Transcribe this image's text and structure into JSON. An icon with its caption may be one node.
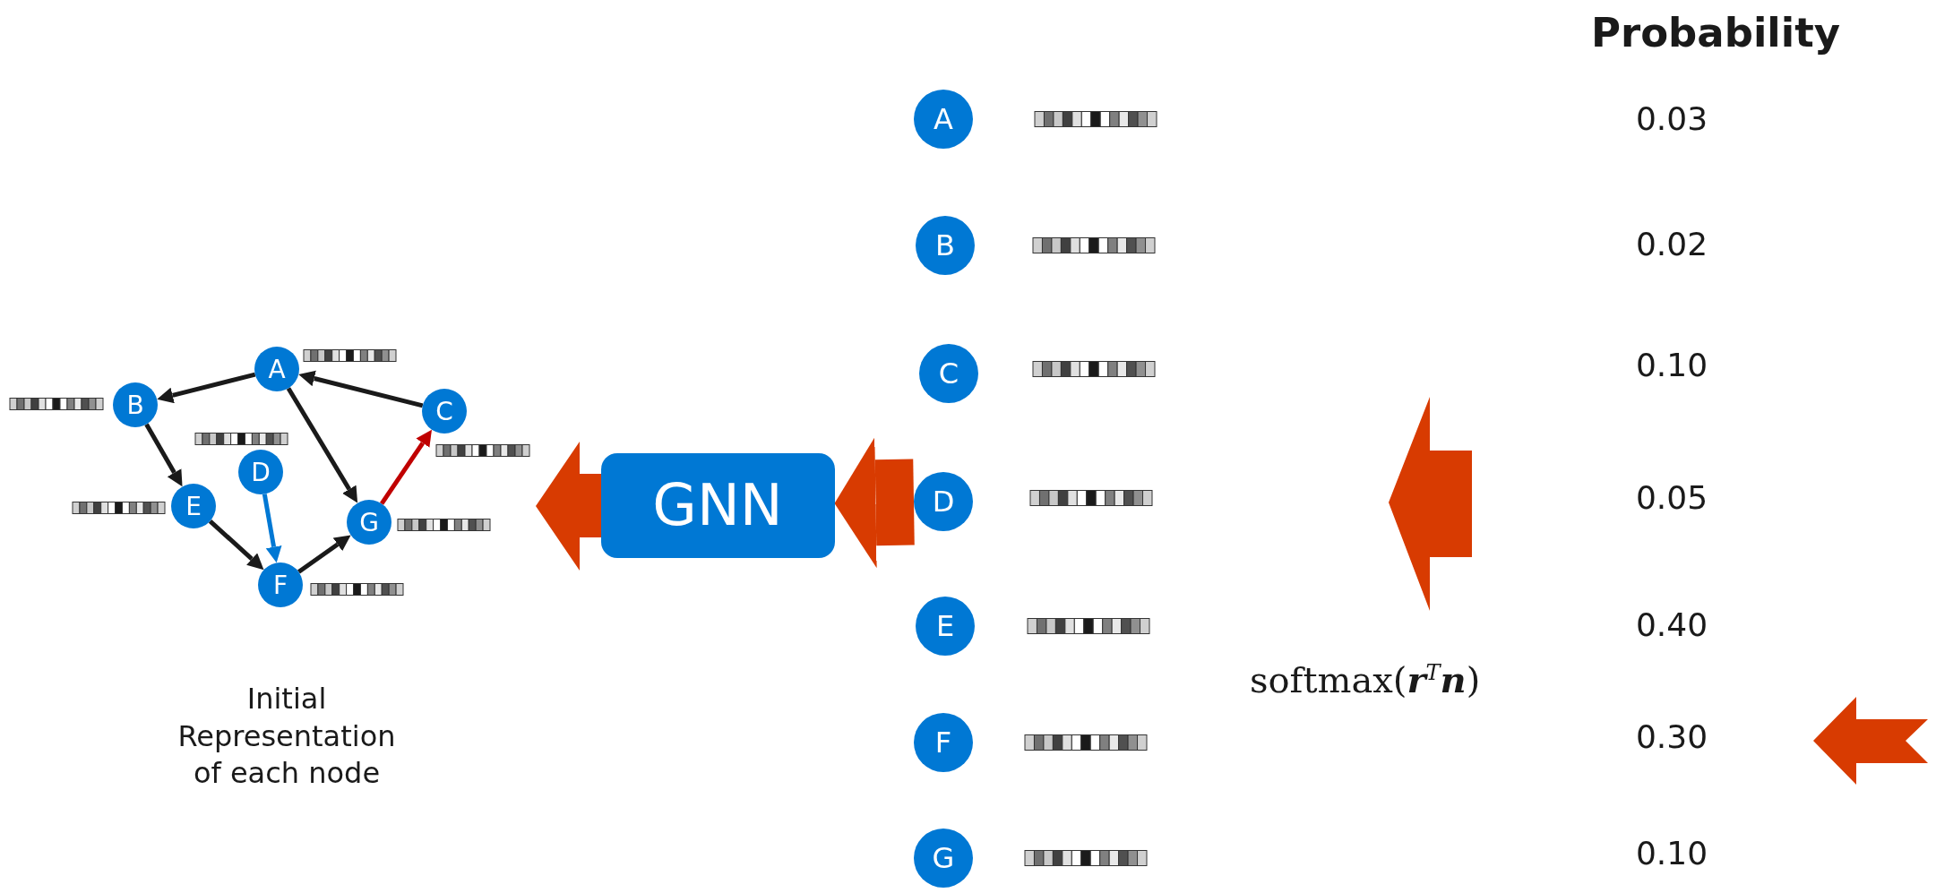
{
  "diagram": {
    "nodes": [
      {
        "text": [
          "A"
        ]
      },
      {
        "text": [
          "B"
        ]
      },
      {
        "text": [
          "C"
        ]
      },
      {
        "text": [
          "D"
        ]
      },
      {
        "text": [
          "E"
        ]
      },
      {
        "text": [
          "F"
        ]
      },
      {
        "text": [
          "G"
        ]
      },
      {
        "text": [
          "GNN"
        ]
      },
      {
        "text": [
          "A"
        ]
      },
      {
        "text": [
          "B"
        ]
      },
      {
        "text": [
          "C"
        ]
      },
      {
        "text": [
          "D"
        ]
      },
      {
        "text": [
          "E"
        ]
      },
      {
        "text": [
          "F"
        ]
      },
      {
        "text": [
          "G"
        ]
      }
    ],
    "edges": [
      {
        "from": 0,
        "to": 1,
        "arrow": "to"
      },
      {
        "from": 2,
        "to": 0,
        "arrow": "to"
      },
      {
        "from": 0,
        "to": 6,
        "arrow": "to"
      },
      {
        "from": 1,
        "to": 4,
        "arrow": "to"
      },
      {
        "from": 4,
        "to": 5,
        "arrow": "to"
      },
      {
        "from": 3,
        "to": 5,
        "arrow": "to",
        "color": "#0078d4"
      },
      {
        "from": 5,
        "to": 6,
        "arrow": "to"
      },
      {
        "from": 6,
        "to": 2,
        "arrow": "to",
        "color": "#c00000"
      },
      {
        "from": 11,
        "to": 7,
        "arrow": "to",
        "style": "thick",
        "color": "#d83b01"
      }
    ],
    "labels": [
      "Initial Representation of each node",
      "Probability",
      "0.03",
      "0.02",
      "0.10",
      "0.05",
      "0.40",
      "0.30",
      "0.10",
      "softmax(**r**$^{T}$**n**)"
    ]
  }
}
